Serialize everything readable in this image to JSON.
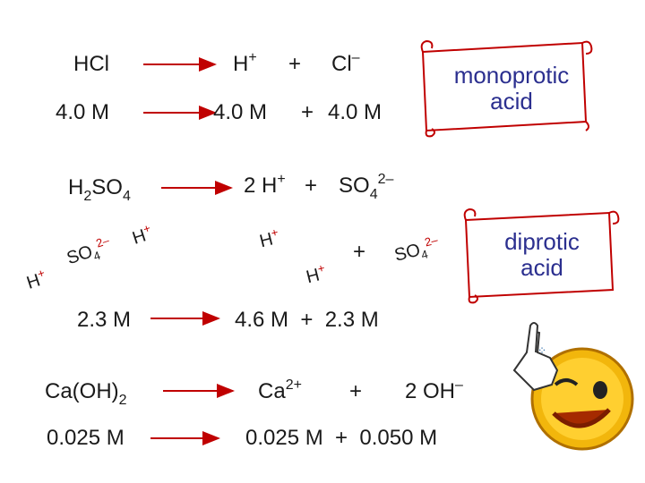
{
  "row1": {
    "reactant": "HCl",
    "p1": "H",
    "p1_charge": "+",
    "plus": "+",
    "p2": "Cl",
    "p2_charge": "–"
  },
  "row2": {
    "reactant": "4.0 M",
    "p1": "4.0 M",
    "plus": "+",
    "p2": "4.0 M"
  },
  "note1": {
    "line1": "monoprotic",
    "line2": "acid"
  },
  "row3": {
    "r_main": "H",
    "r_sub1": "2",
    "r_mid": "SO",
    "r_sub2": "4",
    "coef": "2 H",
    "p1_charge": "+",
    "plus": "+",
    "p2": "SO",
    "p2_sub": "4",
    "p2_charge": "2–"
  },
  "ions": {
    "h": "H",
    "h_charge": "+",
    "so": "SO",
    "so_sub": "4",
    "so_charge": "2–",
    "plus": "+"
  },
  "note2": {
    "line1": "diprotic",
    "line2": "acid"
  },
  "row4": {
    "reactant": "2.3 M",
    "products": "4.6 M  +  2.3 M"
  },
  "row5": {
    "r_main": "Ca(OH)",
    "r_sub": "2",
    "p1": "Ca",
    "p1_charge": "2+",
    "plus": "+",
    "p2": "2 OH",
    "p2_charge": "–"
  },
  "row6": {
    "reactant": "0.025 M",
    "products": "0.025 M  +  0.050 M"
  },
  "colors": {
    "arrow": "#c00000",
    "ion_red": "#c00000",
    "scroll_text": "#2b2f8f",
    "smiley": "#f2b60c"
  },
  "icons": [
    "right-arrow-icon",
    "scroll-banner-icon",
    "winking-smiley-icon"
  ]
}
